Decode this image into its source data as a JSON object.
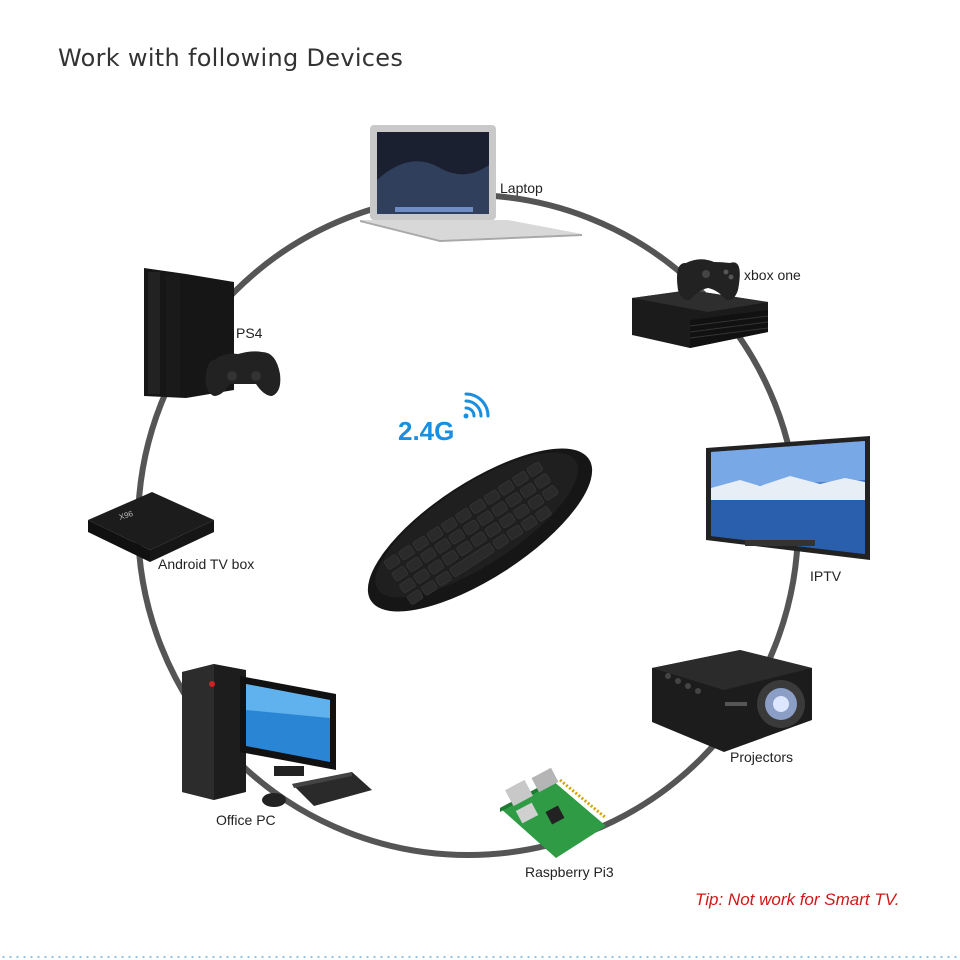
{
  "title": "Work with following Devices",
  "signal": "2.4G",
  "tip": "Tip: Not work for Smart TV.",
  "devices": [
    {
      "label": "Laptop",
      "icon": "laptop-icon"
    },
    {
      "label": "xbox one",
      "icon": "xbox-console-icon"
    },
    {
      "label": "IPTV",
      "icon": "tv-icon"
    },
    {
      "label": "Projectors",
      "icon": "projector-icon"
    },
    {
      "label": "Raspberry Pi3",
      "icon": "circuit-board-icon"
    },
    {
      "label": "Office PC",
      "icon": "desktop-pc-icon"
    },
    {
      "label": "Android TV box",
      "icon": "tv-box-icon"
    },
    {
      "label": "PS4",
      "icon": "ps4-console-icon"
    }
  ],
  "colors": {
    "accent": "#1a8fe0",
    "tip": "#d01818",
    "ring": "#555555"
  }
}
